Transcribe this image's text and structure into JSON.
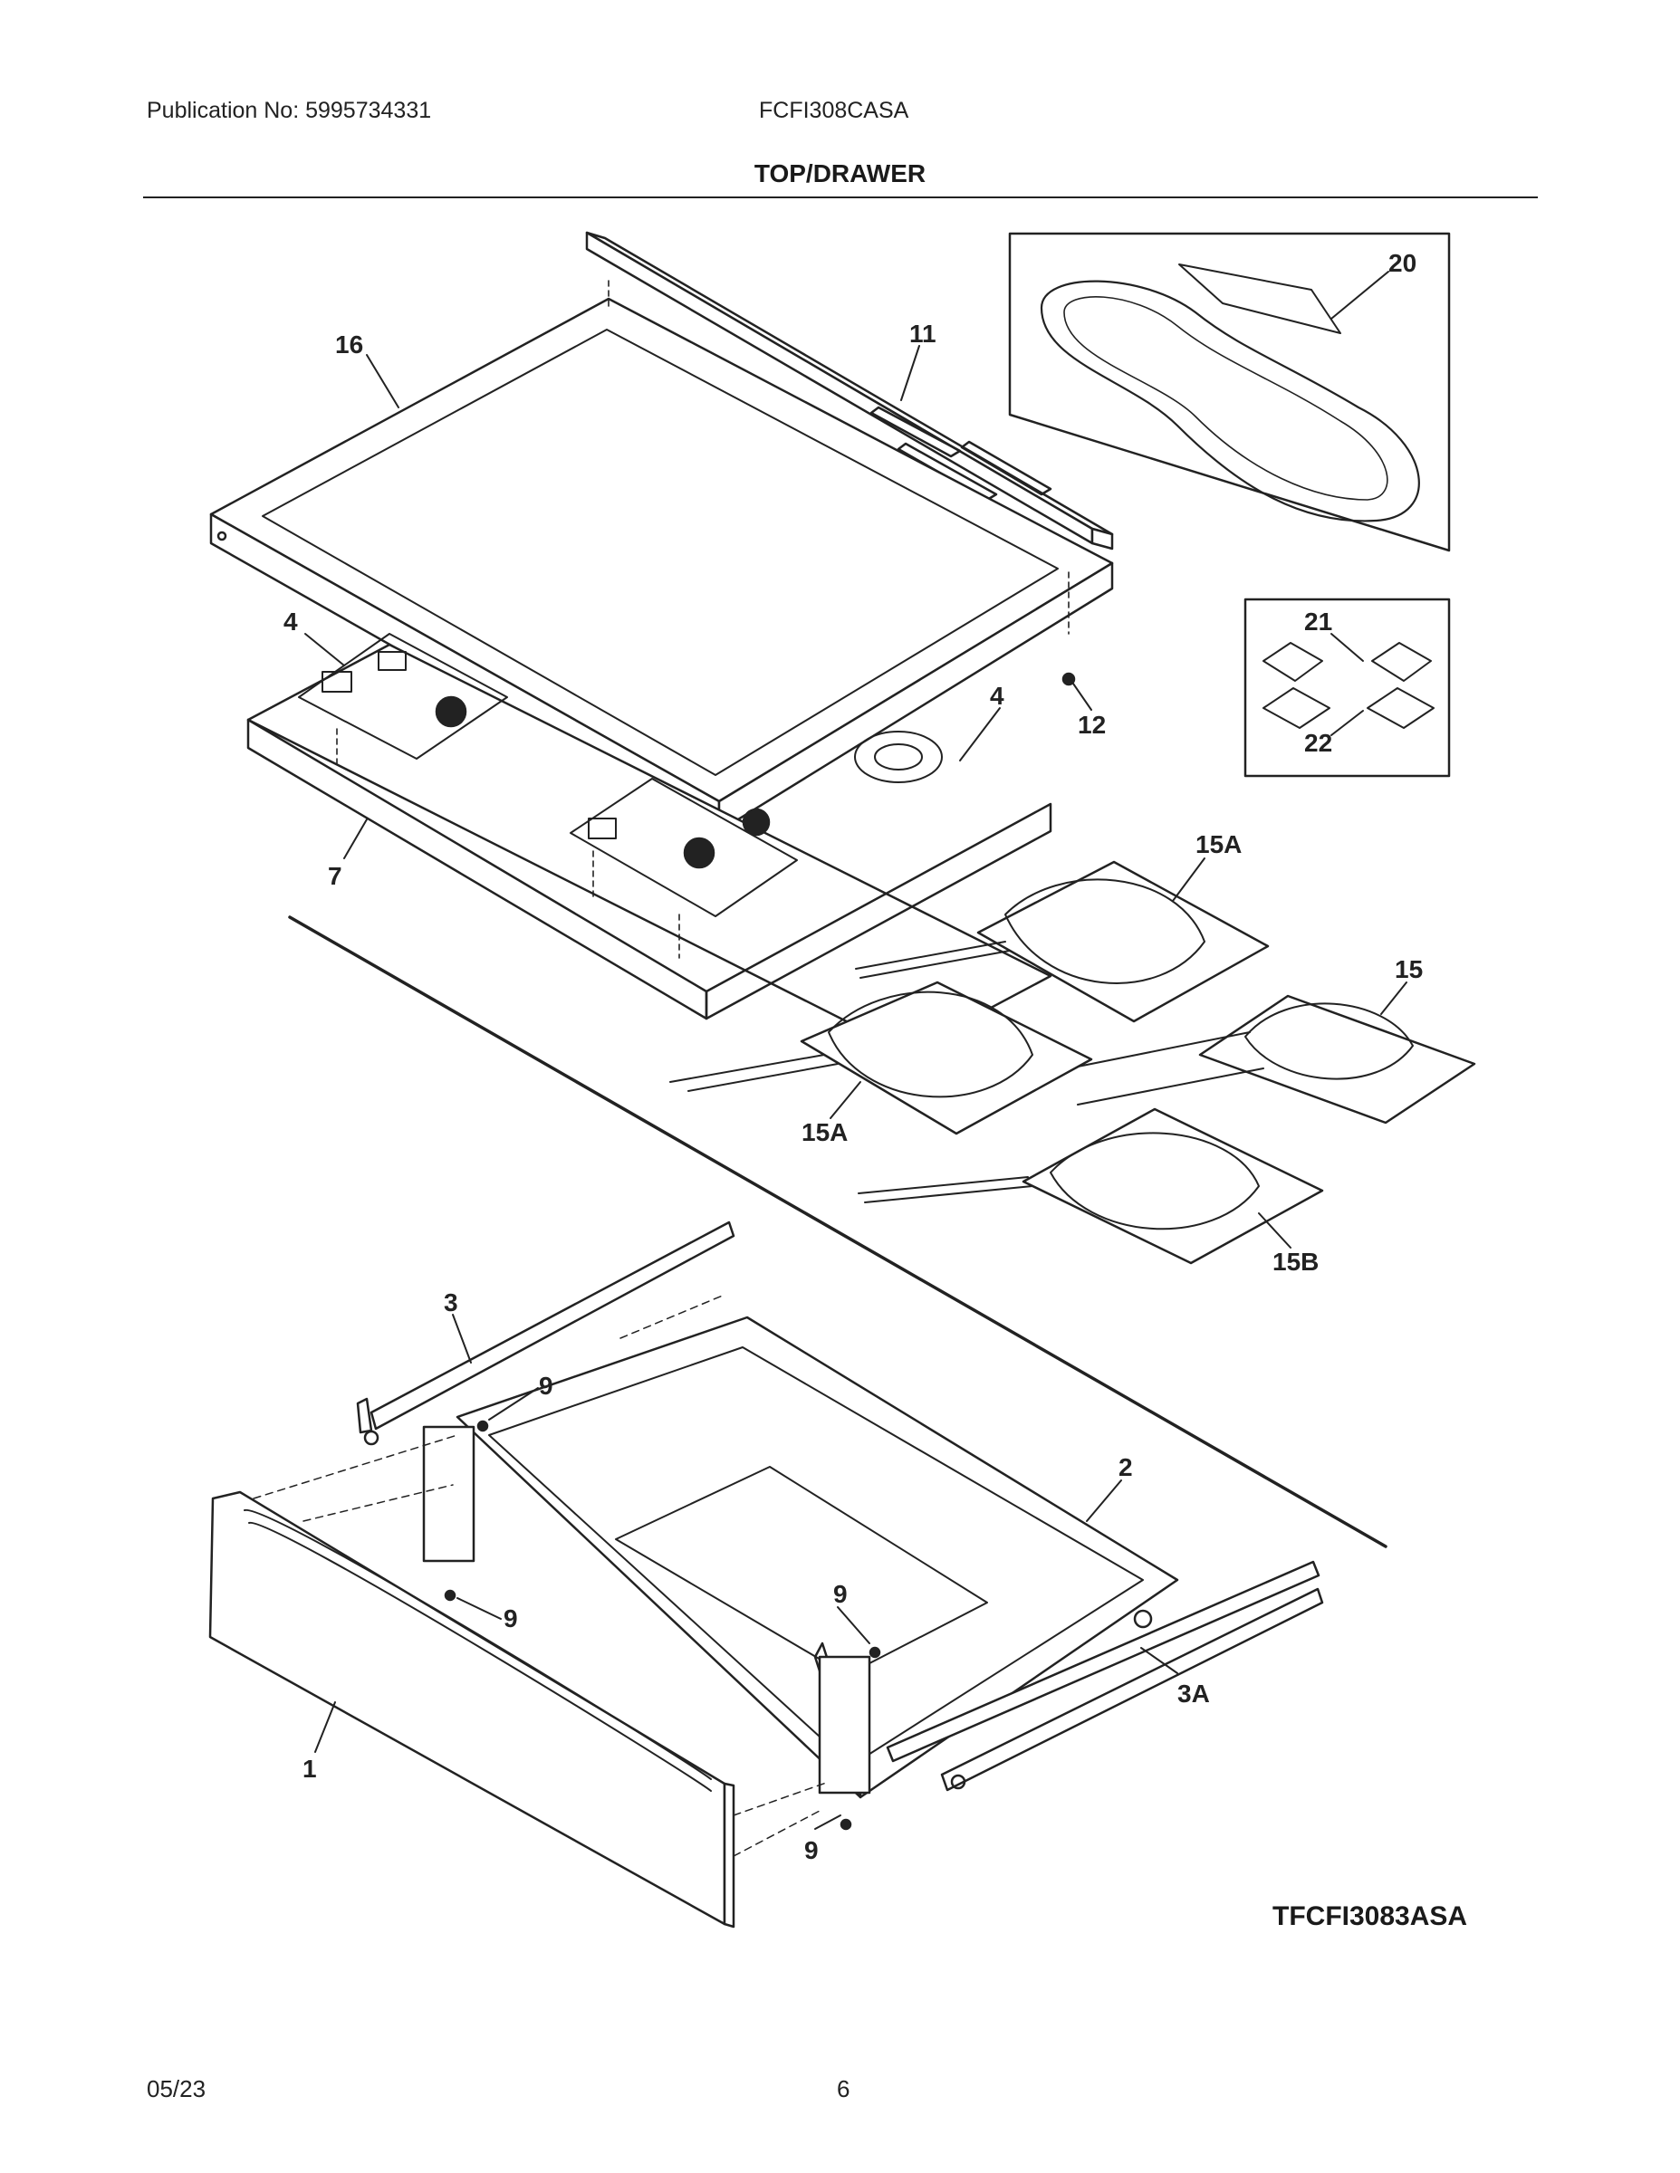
{
  "header": {
    "publication": "Publication No: 5995734331",
    "model": "FCFI308CASA",
    "section_title": "TOP/DRAWER"
  },
  "diagram": {
    "drawing_code": "TFCFI3083ASA",
    "callouts": [
      "16",
      "11",
      "20",
      "4",
      "21",
      "22",
      "12",
      "7",
      "4",
      "15A",
      "15",
      "15A",
      "15B",
      "3",
      "9",
      "2",
      "9",
      "9",
      "3A",
      "1",
      "9"
    ]
  },
  "footer": {
    "date": "05/23",
    "page": "6"
  }
}
